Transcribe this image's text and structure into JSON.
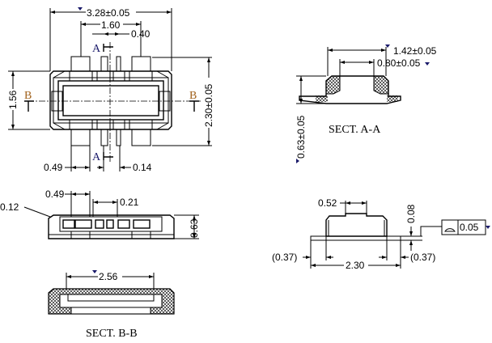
{
  "top_view": {
    "width_dim": "3.28±0.05",
    "pitch_dim": "1.60",
    "gap_dim": "0.40",
    "height_dim": "1.56",
    "total_height_dim": "2.30±0.05",
    "pin_width_dim": "0.49",
    "small_pin_dim": "0.14",
    "section_a": "A",
    "section_b": "B"
  },
  "section_a_a": {
    "outer_dim": "1.42±0.05",
    "inner_dim": "0.80±0.05",
    "height_dim": "0.63±0.05",
    "caption": "SECT. A-A"
  },
  "front_view": {
    "chamfer_dim": "0.12",
    "pin_width_dim": "0.49",
    "pin_gap_dim": "0.21",
    "height_dim": "0.63"
  },
  "section_b_b": {
    "length_dim": "2.56",
    "caption": "SECT. B-B"
  },
  "side_view": {
    "top_dim": "0.52",
    "step_dim": "0.08",
    "flatness_value": "0.05",
    "left_flange_dim": "(0.37)",
    "width_dim": "2.30",
    "right_flange_dim": "(0.37)"
  }
}
